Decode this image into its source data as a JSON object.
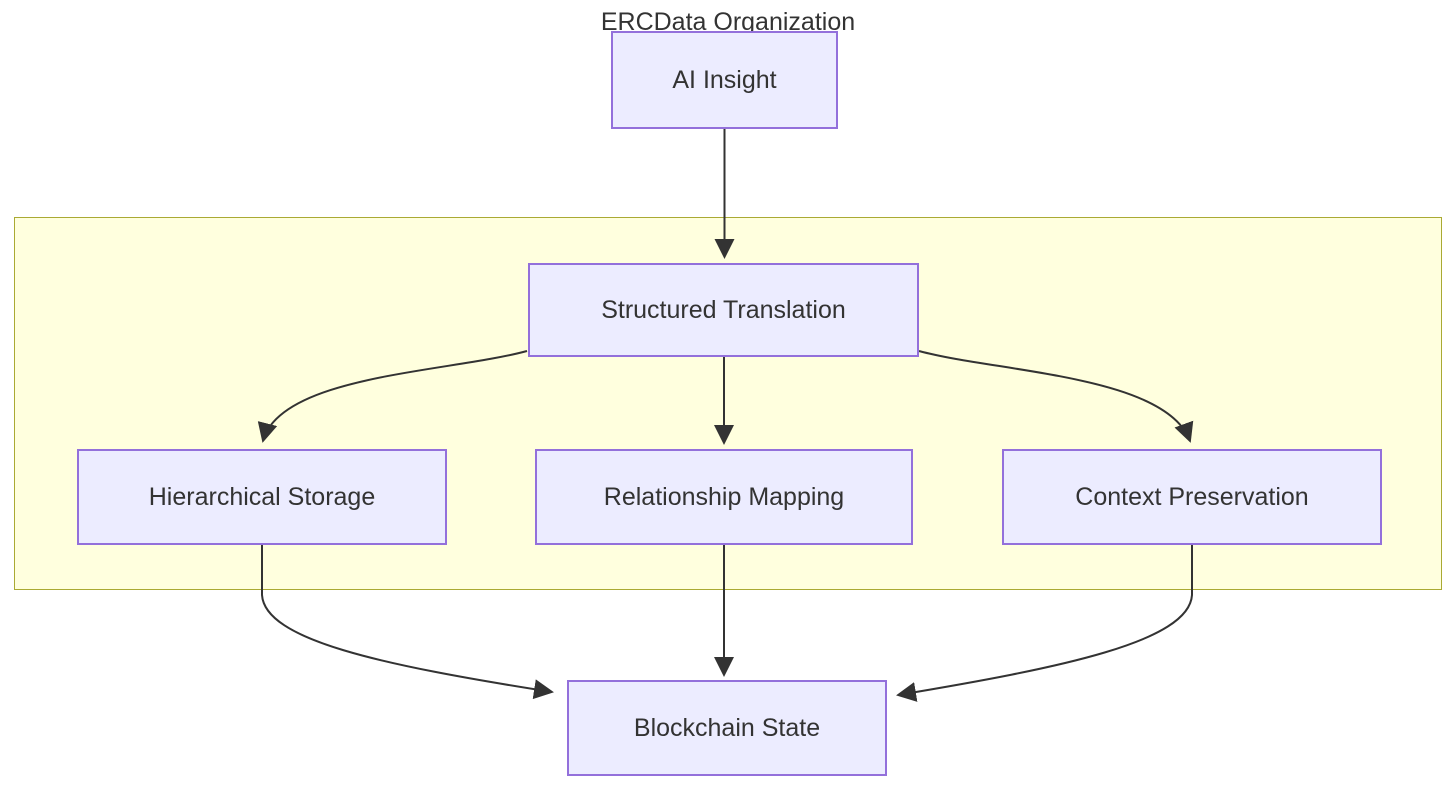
{
  "diagram": {
    "type": "flowchart",
    "direction": "top-down",
    "cluster": {
      "label": "ERCData Organization",
      "contains": [
        "Structured Translation",
        "Hierarchical Storage",
        "Relationship Mapping",
        "Context Preservation"
      ]
    },
    "nodes": [
      {
        "id": "ai_insight",
        "label": "AI Insight"
      },
      {
        "id": "structured_translation",
        "label": "Structured Translation"
      },
      {
        "id": "hierarchical_storage",
        "label": "Hierarchical Storage"
      },
      {
        "id": "relationship_mapping",
        "label": "Relationship Mapping"
      },
      {
        "id": "context_preservation",
        "label": "Context Preservation"
      },
      {
        "id": "blockchain_state",
        "label": "Blockchain State"
      }
    ],
    "edges": [
      {
        "from": "AI Insight",
        "to": "Structured Translation"
      },
      {
        "from": "Structured Translation",
        "to": "Hierarchical Storage"
      },
      {
        "from": "Structured Translation",
        "to": "Relationship Mapping"
      },
      {
        "from": "Structured Translation",
        "to": "Context Preservation"
      },
      {
        "from": "Hierarchical Storage",
        "to": "Blockchain State"
      },
      {
        "from": "Relationship Mapping",
        "to": "Blockchain State"
      },
      {
        "from": "Context Preservation",
        "to": "Blockchain State"
      }
    ],
    "colors": {
      "node_fill": "#ECECFF",
      "node_border": "#9370DB",
      "cluster_fill": "#FFFFDE",
      "cluster_border": "#AAAA33",
      "edge": "#333333",
      "text": "#333333",
      "background": "#FFFFFF"
    }
  }
}
